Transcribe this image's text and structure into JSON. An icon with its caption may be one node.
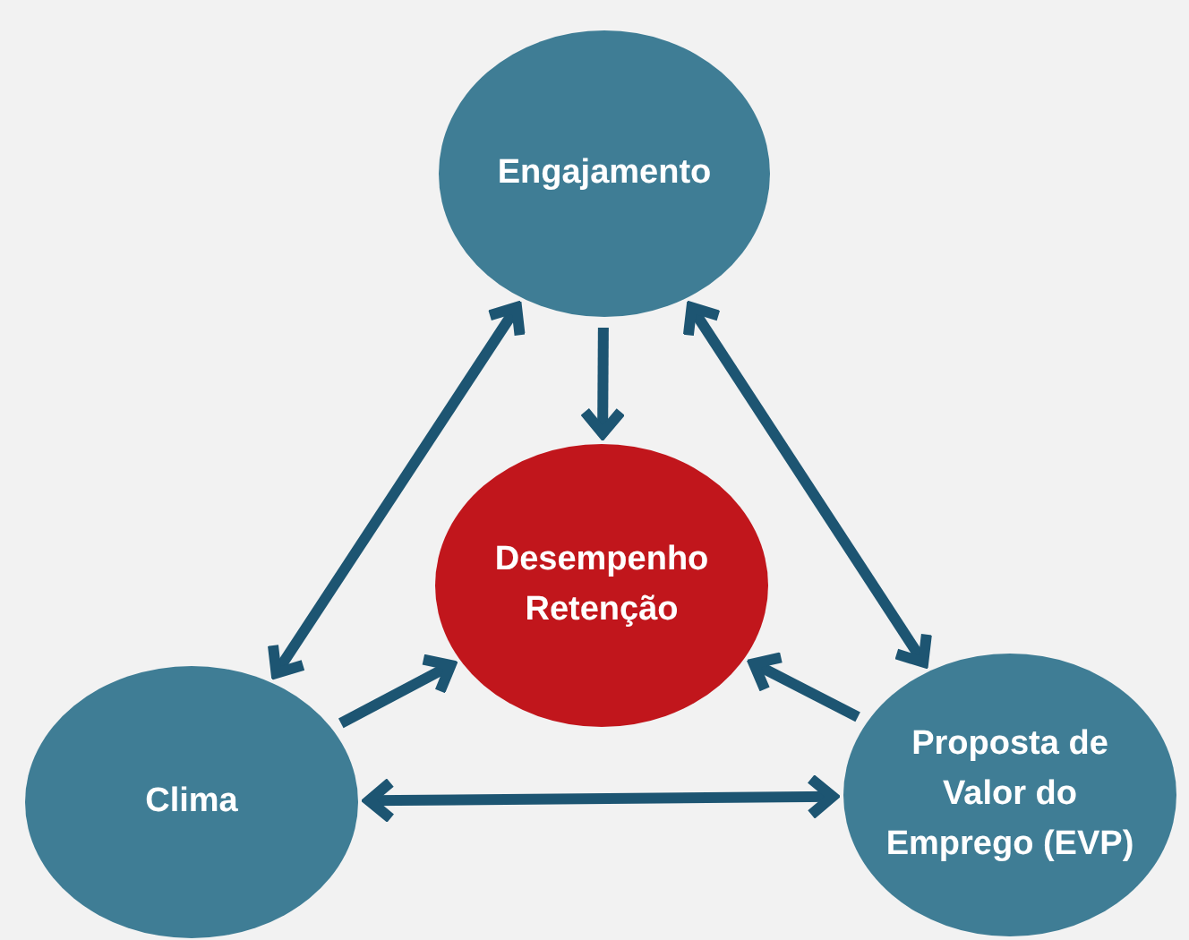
{
  "diagram": {
    "nodes": [
      {
        "text": [
          "Engajamento"
        ]
      },
      {
        "text": [
          "Desempenho Retenção"
        ]
      },
      {
        "text": [
          "Clima"
        ]
      },
      {
        "text": [
          "Proposta de Valor do Emprego (EVP)"
        ]
      }
    ],
    "edges": [
      {
        "from": 0,
        "to": 1,
        "arrow": "to"
      },
      {
        "from": 0,
        "to": 2,
        "arrow": "both"
      },
      {
        "from": 0,
        "to": 3,
        "arrow": "both"
      },
      {
        "from": 2,
        "to": 1,
        "arrow": "to"
      },
      {
        "from": 3,
        "to": 1,
        "arrow": "to"
      },
      {
        "from": 2,
        "to": 3,
        "arrow": "both"
      }
    ]
  }
}
